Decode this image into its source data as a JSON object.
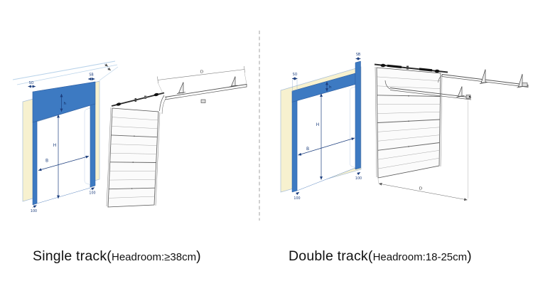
{
  "page": {
    "background_color": "#ffffff"
  },
  "colors": {
    "wall_fill": "#f7f1cf",
    "frame_blue": "#3d7ac2",
    "frame_blue_dark": "#2a5a9e",
    "dimension_navy": "#1c3e7e",
    "roof_line_blue": "#b9d3ea",
    "line_art_gray": "#555555",
    "divider_gray": "#9a9a9a",
    "caption_text": "#111111"
  },
  "divider": {
    "type": "dashed-vertical-line"
  },
  "panels": [
    {
      "id": "single-track",
      "caption": {
        "open": "Single track(",
        "detail": "Headroom:≥38cm",
        "close": ")"
      },
      "labels": {
        "side_room_left": "SO",
        "side_room_right": "SB",
        "lintel_height": "h",
        "opening_height": "H",
        "opening_width": "B",
        "track_depth": "D",
        "jamb_width_left": "100",
        "jamb_width_right": "100"
      }
    },
    {
      "id": "double-track",
      "caption": {
        "open": "Double track(",
        "detail": "Headroom:18-25cm",
        "close": ")"
      },
      "labels": {
        "side_room_left": "SO",
        "side_room_right": "SB",
        "lintel_height": "h",
        "opening_height": "H",
        "opening_width": "B",
        "track_depth": "D",
        "jamb_width_left": "100",
        "jamb_width_right": "100"
      }
    }
  ]
}
